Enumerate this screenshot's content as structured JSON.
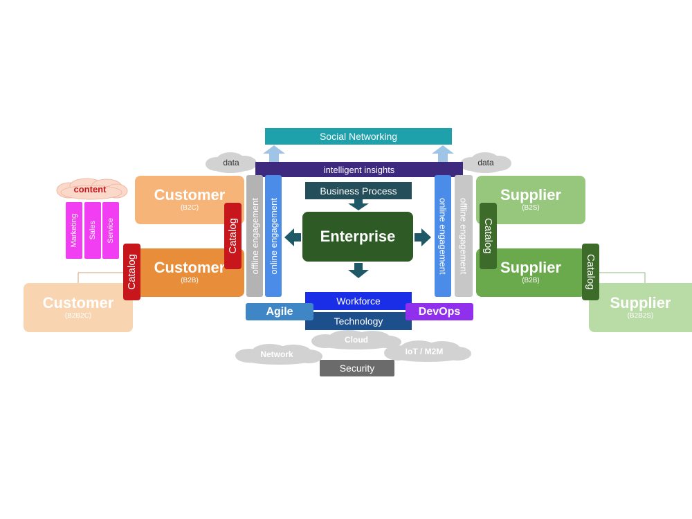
{
  "social_networking": "Social Networking",
  "intelligent_insights": "intelligent insights",
  "business_process": "Business Process",
  "enterprise": "Enterprise",
  "workforce": "Workforce",
  "technology": "Technology",
  "agile": "Agile",
  "devops": "DevOps",
  "clouds": {
    "data_left": "data",
    "data_right": "data",
    "content": "content",
    "cloud": "Cloud",
    "network": "Network",
    "iot": "IoT / M2M"
  },
  "security": "Security",
  "engagement": {
    "offline_left": "offline engagement",
    "online_left": "online engagement",
    "online_right": "online engagement",
    "offline_right": "offline engagement"
  },
  "content_items": [
    "Marketing",
    "Sales",
    "Service"
  ],
  "catalog": "Catalog",
  "customers": [
    {
      "title": "Customer",
      "sub": "(B2C)"
    },
    {
      "title": "Customer",
      "sub": "(B2B)"
    },
    {
      "title": "Customer",
      "sub": "(B2B2C)"
    }
  ],
  "suppliers": [
    {
      "title": "Supplier",
      "sub": "(B2S)"
    },
    {
      "title": "Supplier",
      "sub": "(B2B)"
    },
    {
      "title": "Supplier",
      "sub": "(B2B2S)"
    }
  ],
  "colors": {
    "teal": "#1fa1ab",
    "purple": "#3d2a7e",
    "enterprise": "#2e5a26",
    "business_process": "#234e5a",
    "blue": "#1a2ee8",
    "navy": "#1d4f8c",
    "catalog_red": "#c8161d",
    "catalog_green": "#3d6b2a",
    "magenta": "#f23ef2",
    "devops": "#9130ec",
    "agile": "#3f86c7"
  }
}
